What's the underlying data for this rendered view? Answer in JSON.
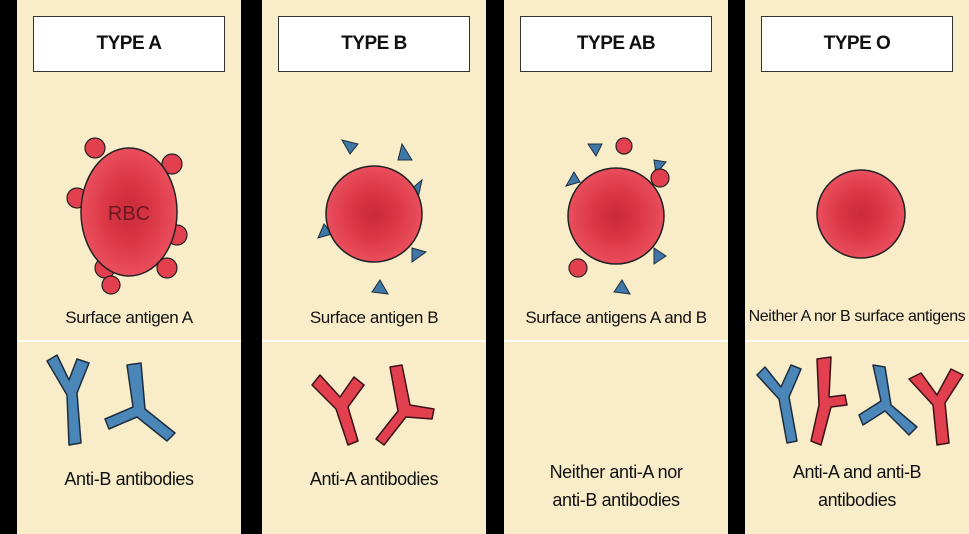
{
  "panels": [
    {
      "title": "TYPE A",
      "cell_label": "RBC",
      "antigen_caption": "Surface antigen A",
      "antibody_caption": [
        "Anti-B antibodies"
      ]
    },
    {
      "title": "TYPE B",
      "antigen_caption": "Surface antigen B",
      "antibody_caption": [
        "Anti-A antibodies"
      ]
    },
    {
      "title": "TYPE AB",
      "antigen_caption": "Surface antigens A and B",
      "antibody_caption": [
        "Neither anti-A nor",
        "anti-B antibodies"
      ]
    },
    {
      "title": "TYPE O",
      "antigen_caption": "Neither A nor B surface antigens",
      "antibody_caption": [
        "Anti-A and anti-B",
        "antibodies"
      ]
    }
  ],
  "colors": {
    "background": "#f9edc9",
    "rbc": "#e2404f",
    "antigen_a": "#e2404f",
    "antigen_b": "#3f77a8",
    "anti_a_antibody": "#e2404f",
    "anti_b_antibody": "#4a86b8"
  }
}
